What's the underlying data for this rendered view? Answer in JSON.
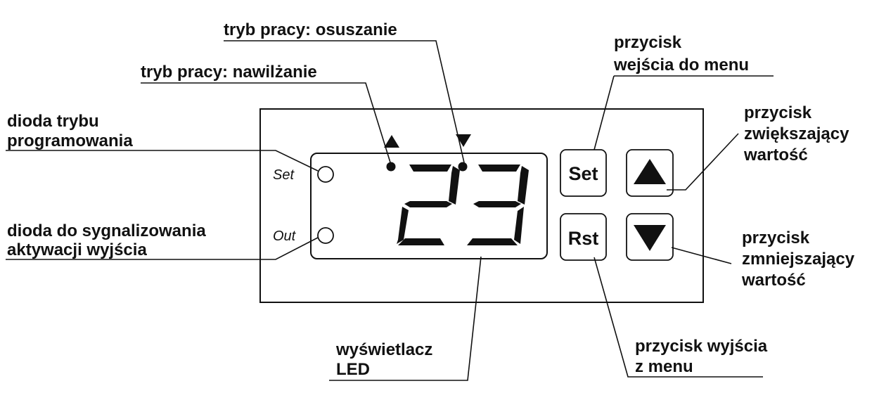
{
  "labels": {
    "mode_drying": "tryb pracy: osuszanie",
    "mode_humidifying": "tryb pracy: nawilżanie",
    "prog_led_1": "dioda trybu",
    "prog_led_2": "programowania",
    "out_led_1": "dioda do sygnalizowania",
    "out_led_2": "aktywacji wyjścia",
    "display_1": "wyświetlacz",
    "display_2": "LED",
    "set_btn_1": "przycisk",
    "set_btn_2": "wejścia do menu",
    "up_btn_1": "przycisk",
    "up_btn_2": "zwiększający",
    "up_btn_3": "wartość",
    "down_btn_1": "przycisk",
    "down_btn_2": "zmniejszający",
    "down_btn_3": "wartość",
    "rst_btn_1": "przycisk wyjścia",
    "rst_btn_2": "z menu"
  },
  "device": {
    "led_set": "Set",
    "led_out": "Out",
    "display_value": "23",
    "button_set": "Set",
    "button_rst": "Rst",
    "up_icon": "triangle-up-icon",
    "down_icon": "triangle-down-icon"
  }
}
